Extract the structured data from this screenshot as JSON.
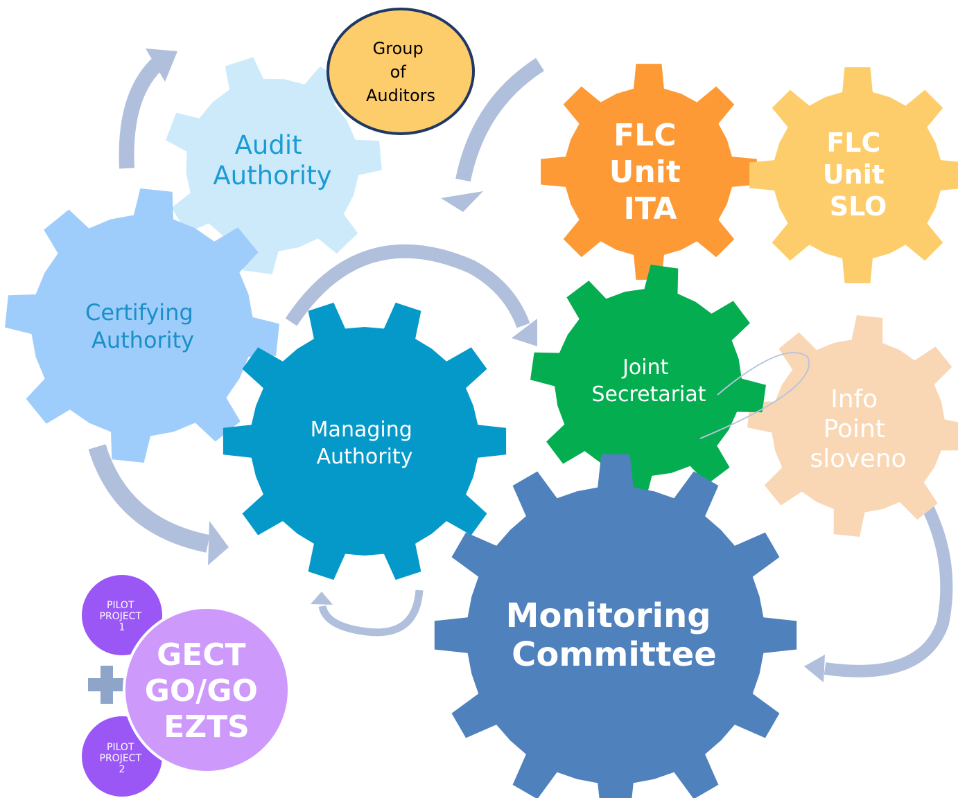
{
  "gears": {
    "audit_authority": {
      "lines": [
        "Audit",
        "Authority"
      ],
      "fill": "#cdeafb",
      "text_color": "#1a9bd6"
    },
    "certifying_authority": {
      "lines": [
        "Certifying",
        "Authority"
      ],
      "fill": "#9fcdfb",
      "text_color": "#1a8fc8"
    },
    "managing_authority": {
      "lines": [
        "Managing",
        "Authority"
      ],
      "fill": "#0599c9",
      "text_color": "#ffffff"
    },
    "flc_unit_ita": {
      "lines": [
        "FLC",
        "Unit",
        "ITA"
      ],
      "fill": "#fd9a35",
      "text_color": "#ffffff"
    },
    "flc_unit_slo": {
      "lines": [
        "FLC",
        "Unit",
        "SLO"
      ],
      "fill": "#fdcd6c",
      "text_color": "#ffffff"
    },
    "joint_secretariat": {
      "lines": [
        "Joint",
        "Secretariat"
      ],
      "fill": "#04ae50",
      "text_color": "#ffffff"
    },
    "info_point": {
      "lines": [
        "Info",
        "Point",
        "sloveno"
      ],
      "fill": "#fad7b4",
      "text_color": "#ffffff"
    },
    "monitoring_committee": {
      "lines": [
        "Monitoring",
        "Committee"
      ],
      "fill": "#4f81bd",
      "text_color": "#ffffff"
    }
  },
  "group_of_auditors": {
    "lines": [
      "Group",
      "of",
      "Auditors"
    ],
    "fill": "#fdcd6c",
    "stroke": "#1f3864"
  },
  "pilot_project_1": {
    "lines": [
      "PILOT",
      "PROJECT",
      "1"
    ],
    "fill": "#9a57f5"
  },
  "pilot_project_2": {
    "lines": [
      "PILOT",
      "PROJECT",
      "2"
    ],
    "fill": "#9a57f5"
  },
  "gect": {
    "lines": [
      "GECT",
      "GO/GO",
      "EZTS"
    ],
    "fill": "#cd9afb"
  },
  "plus_sign": {
    "fill": "#8ea4c8"
  },
  "arrow_color": "#b0bfdc"
}
